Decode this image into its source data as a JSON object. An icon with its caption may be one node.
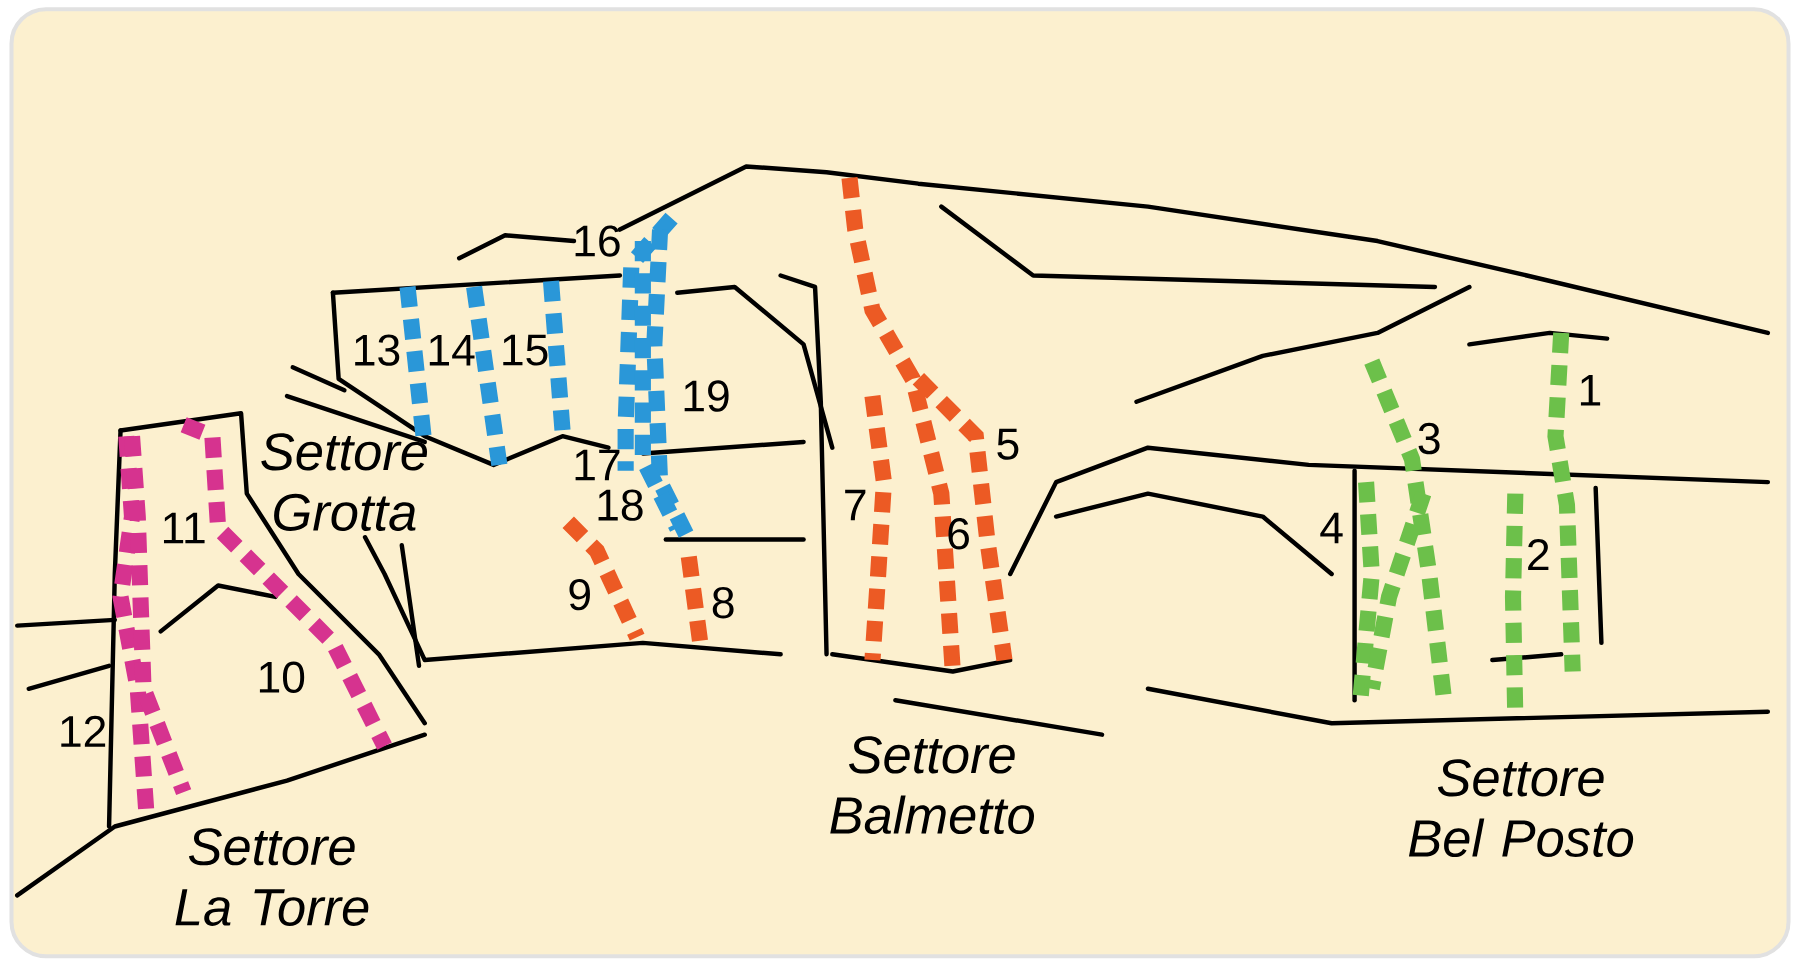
{
  "diagram": {
    "labels": [
      "16",
      "13",
      "14",
      "15",
      "19",
      "1",
      "5",
      "3",
      "11",
      "Settore Grotta",
      "17",
      "18",
      "7",
      "6",
      "4",
      "2",
      "9",
      "8",
      "10",
      "12",
      "Settore Balmetto",
      "Settore Bel Posto",
      "Settore La Torre"
    ]
  }
}
